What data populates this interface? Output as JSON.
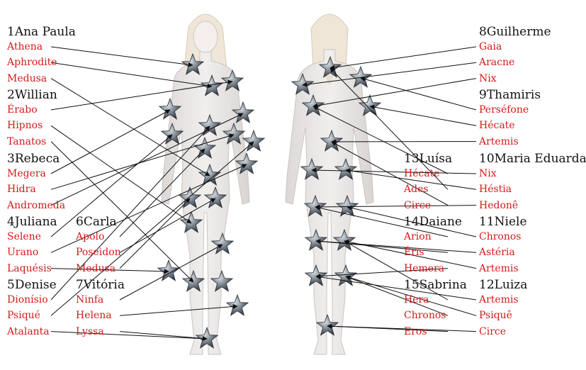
{
  "colors": {
    "heading": "#111111",
    "item": "#d41a1a",
    "arrow": "#111111",
    "star": "#6c7680",
    "body": "#e9e6e4"
  },
  "groups": [
    {
      "title": "1Ana Paula",
      "items": [
        "Athena",
        "Aphrodite",
        "Medusa"
      ]
    },
    {
      "title": "2Willian",
      "items": [
        "Érabo",
        "Hipnos",
        "Tanatos"
      ]
    },
    {
      "title": "3Rebeca",
      "items": [
        "Megera",
        "Hidra",
        "Andromeda"
      ]
    },
    {
      "title": "4Juliana",
      "items": [
        "Selene",
        "Urano",
        "Laquésis"
      ]
    },
    {
      "title": "5Denise",
      "items": [
        "Dionísio",
        "Psiqué",
        "Atalanta"
      ]
    },
    {
      "title": "6Carla",
      "items": [
        "Apolo",
        "Poseidon",
        "Medusa"
      ]
    },
    {
      "title": "7Vitória",
      "items": [
        "Ninfa",
        "Helena",
        "Lyssa"
      ]
    },
    {
      "title": "8Guilherme",
      "items": [
        "Gaia",
        "Aracne",
        "Nix"
      ]
    },
    {
      "title": "9Thamiris",
      "items": [
        "Perséfone",
        "Hécate",
        "Artemis"
      ]
    },
    {
      "title": "10Maria Eduarda",
      "items": [
        "Nix",
        "Héstia",
        "Hedonê"
      ]
    },
    {
      "title": "11Niele",
      "items": [
        "Chronos",
        "Astéria",
        "Artemis"
      ]
    },
    {
      "title": "12Luiza",
      "items": [
        "Artemis",
        "Psiquê",
        "Circe"
      ]
    },
    {
      "title": "13Luísa",
      "items": [
        "Hécate",
        "Ades",
        "Circe"
      ]
    },
    {
      "title": "14Daiane",
      "items": [
        "Arion",
        "Éris",
        "Hemera"
      ]
    },
    {
      "title": "15Sabrina",
      "items": [
        "Hera",
        "Chronos",
        "Eros"
      ]
    }
  ]
}
